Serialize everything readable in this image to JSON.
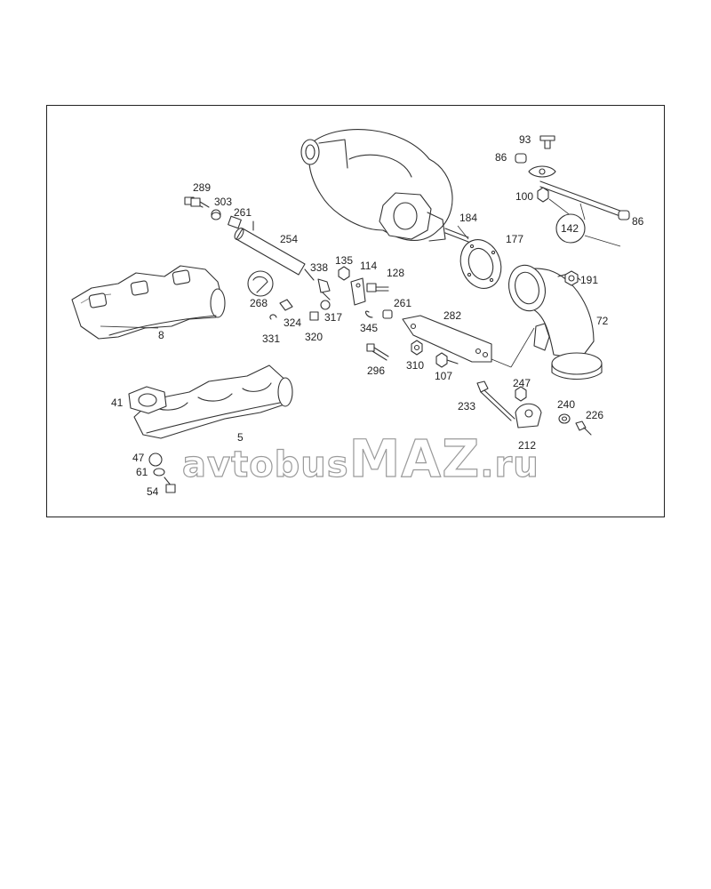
{
  "watermark": {
    "pre": "avtobus",
    "mid": "MAZ",
    "post": ".ru"
  },
  "labels": {
    "p93": "93",
    "p86a": "86",
    "p100": "100",
    "p142": "142",
    "p86b": "86",
    "p289": "289",
    "p303": "303",
    "p261a": "261",
    "p254": "254",
    "p184": "184",
    "p177": "177",
    "p8": "8",
    "p268": "268",
    "p338": "338",
    "p135": "135",
    "p114": "114",
    "p128": "128",
    "p191": "191",
    "p324": "324",
    "p317": "317",
    "p261b": "261",
    "p282": "282",
    "p72": "72",
    "p331": "331",
    "p320": "320",
    "p345": "345",
    "p296": "296",
    "p310": "310",
    "p107": "107",
    "p247": "247",
    "p41": "41",
    "p233": "233",
    "p240": "240",
    "p226": "226",
    "p5": "5",
    "p212": "212",
    "p47": "47",
    "p61": "61",
    "p54": "54"
  }
}
